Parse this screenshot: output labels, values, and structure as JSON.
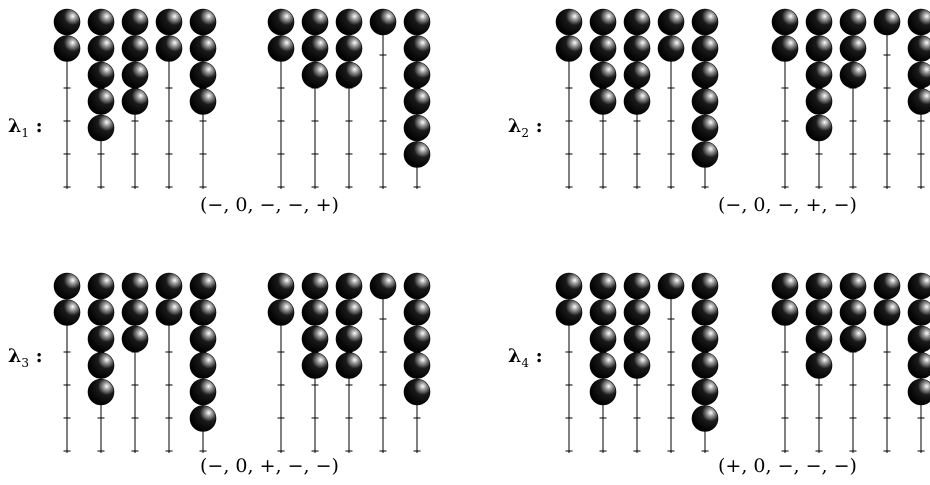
{
  "panels": [
    {
      "label": "λ",
      "label_index": "1",
      "label_suffix": ":",
      "signature": "(−, 0, −, −, +)",
      "abacus_left": {
        "bead_counts": [
          2,
          5,
          4,
          2,
          4
        ]
      },
      "abacus_right": {
        "bead_counts": [
          2,
          3,
          3,
          1,
          6
        ]
      }
    },
    {
      "label": "λ",
      "label_index": "2",
      "label_suffix": ":",
      "signature": "(−, 0, −, +, −)",
      "abacus_left": {
        "bead_counts": [
          2,
          4,
          4,
          2,
          6
        ]
      },
      "abacus_right": {
        "bead_counts": [
          2,
          5,
          3,
          1,
          4
        ]
      }
    },
    {
      "label": "λ",
      "label_index": "3",
      "label_suffix": ":",
      "signature": "(−, 0, +, −, −)",
      "abacus_left": {
        "bead_counts": [
          2,
          5,
          3,
          2,
          6
        ]
      },
      "abacus_right": {
        "bead_counts": [
          2,
          4,
          4,
          1,
          5
        ]
      }
    },
    {
      "label": "λ",
      "label_index": "4",
      "label_suffix": ":",
      "signature": "(+, 0, −, −, −)",
      "abacus_left": {
        "bead_counts": [
          2,
          5,
          4,
          1,
          6
        ]
      },
      "abacus_right": {
        "bead_counts": [
          2,
          4,
          3,
          2,
          5
        ]
      }
    }
  ],
  "colors": {
    "bead": "#000000",
    "runner": "#000000",
    "highlight": "#ffffff"
  }
}
